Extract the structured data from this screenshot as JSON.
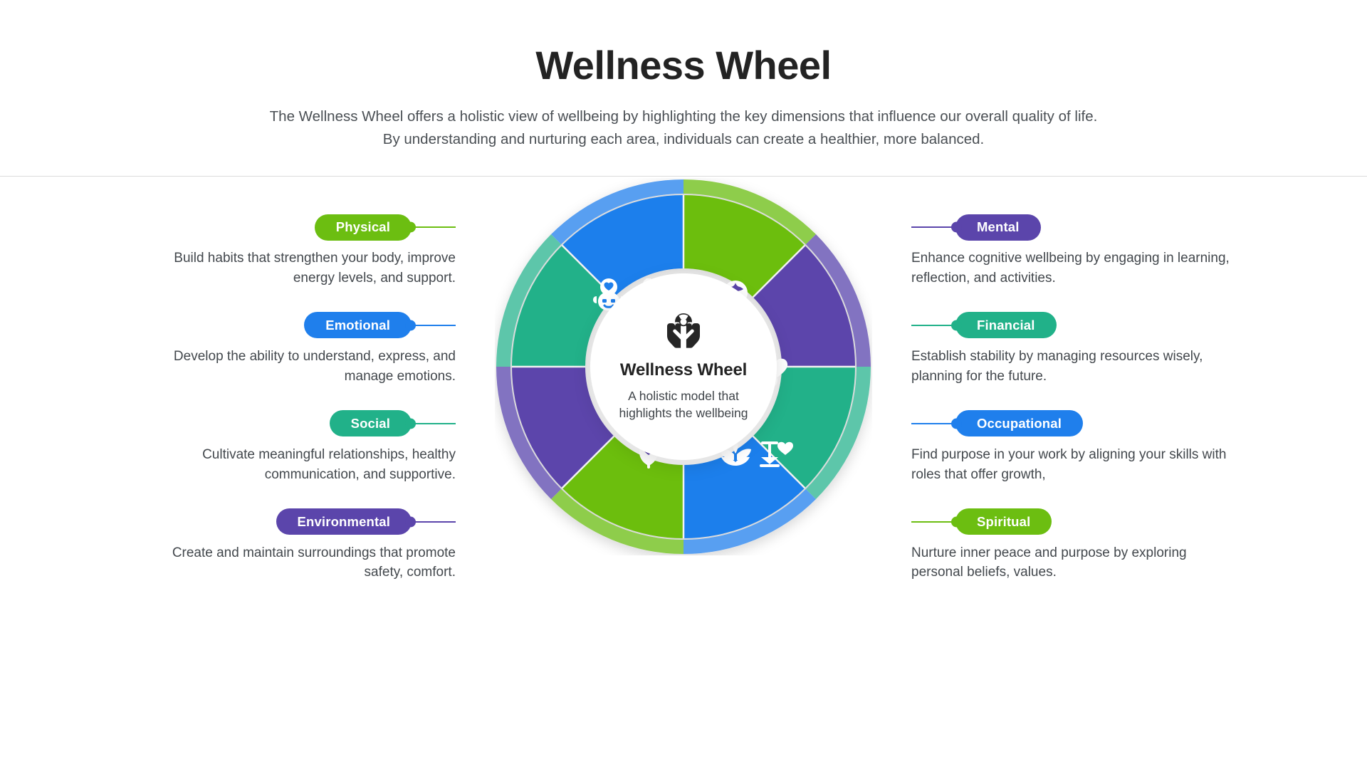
{
  "header": {
    "title": "Wellness Wheel",
    "subtitle": "The Wellness Wheel offers a holistic view of wellbeing by highlighting the key dimensions that influence our overall quality of life. By understanding and nurturing each area, individuals can create a healthier, more balanced."
  },
  "center": {
    "icon": "hands-holding-wheel-icon",
    "title": "Wellness Wheel",
    "subtitle": "A holistic model that highlights the wellbeing"
  },
  "colors": {
    "green": "#6cbe11",
    "blue": "#1f7fec",
    "teal": "#21b189",
    "purple": "#5b45ab",
    "green_rim": "#8ecd4b",
    "blue_rim": "#599ff1",
    "teal_rim": "#5dc6aa",
    "purple_rim": "#8273c1",
    "title": "#232323",
    "body_text": "#43484d"
  },
  "left_items": [
    {
      "label": "Physical",
      "color": "#6cbe11",
      "icon": "meditation-person-icon",
      "description": "Build habits that strengthen your body, improve energy levels, and support."
    },
    {
      "label": "Emotional",
      "color": "#1f7fec",
      "icon": "face-with-heart-icon",
      "description": "Develop the ability to understand, express, and manage emotions."
    },
    {
      "label": "Social",
      "color": "#21b189",
      "icon": "people-group-icon",
      "description": "Cultivate meaningful relationships, healthy communication, and supportive."
    },
    {
      "label": "Environmental",
      "color": "#5b45ab",
      "icon": "leaf-heart-icon",
      "description": "Create and maintain surroundings that promote safety, comfort."
    }
  ],
  "right_items": [
    {
      "label": "Mental",
      "color": "#5b45ab",
      "icon": "head-with-brain-icon",
      "description": "Enhance cognitive wellbeing by engaging in learning, reflection, and activities."
    },
    {
      "label": "Financial",
      "color": "#21b189",
      "icon": "heart-dollar-icon",
      "description": "Establish stability by managing resources wisely, planning for the future."
    },
    {
      "label": "Occupational",
      "color": "#1f7fec",
      "icon": "balance-scale-heart-icon",
      "description": "Find purpose in your work by aligning your skills with roles that offer growth,"
    },
    {
      "label": "Spiritual",
      "color": "#6cbe11",
      "icon": "lotus-flower-icon",
      "description": "Nurture inner peace and purpose by exploring personal beliefs, values."
    }
  ],
  "wheel_segments": [
    {
      "name": "Physical",
      "color": "#6cbe11",
      "rim": "#8ecd4b",
      "start_deg": -90,
      "icon": "meditation-person-icon"
    },
    {
      "name": "Mental",
      "color": "#5b45ab",
      "rim": "#8273c1",
      "start_deg": -45,
      "icon": "head-with-brain-icon"
    },
    {
      "name": "Financial",
      "color": "#21b189",
      "rim": "#5dc6aa",
      "start_deg": 0,
      "icon": "heart-dollar-icon"
    },
    {
      "name": "Occupational",
      "color": "#1f7fec",
      "rim": "#599ff1",
      "start_deg": 45,
      "icon": "balance-scale-heart-icon"
    },
    {
      "name": "Spiritual",
      "color": "#6cbe11",
      "rim": "#8ecd4b",
      "start_deg": 90,
      "icon": "lotus-flower-icon"
    },
    {
      "name": "Environmental",
      "color": "#5b45ab",
      "rim": "#8273c1",
      "start_deg": 135,
      "icon": "leaf-heart-icon"
    },
    {
      "name": "Social",
      "color": "#21b189",
      "rim": "#5dc6aa",
      "start_deg": 180,
      "icon": "people-group-icon"
    },
    {
      "name": "Emotional",
      "color": "#1f7fec",
      "rim": "#599ff1",
      "start_deg": 225,
      "icon": "face-with-heart-icon"
    }
  ]
}
